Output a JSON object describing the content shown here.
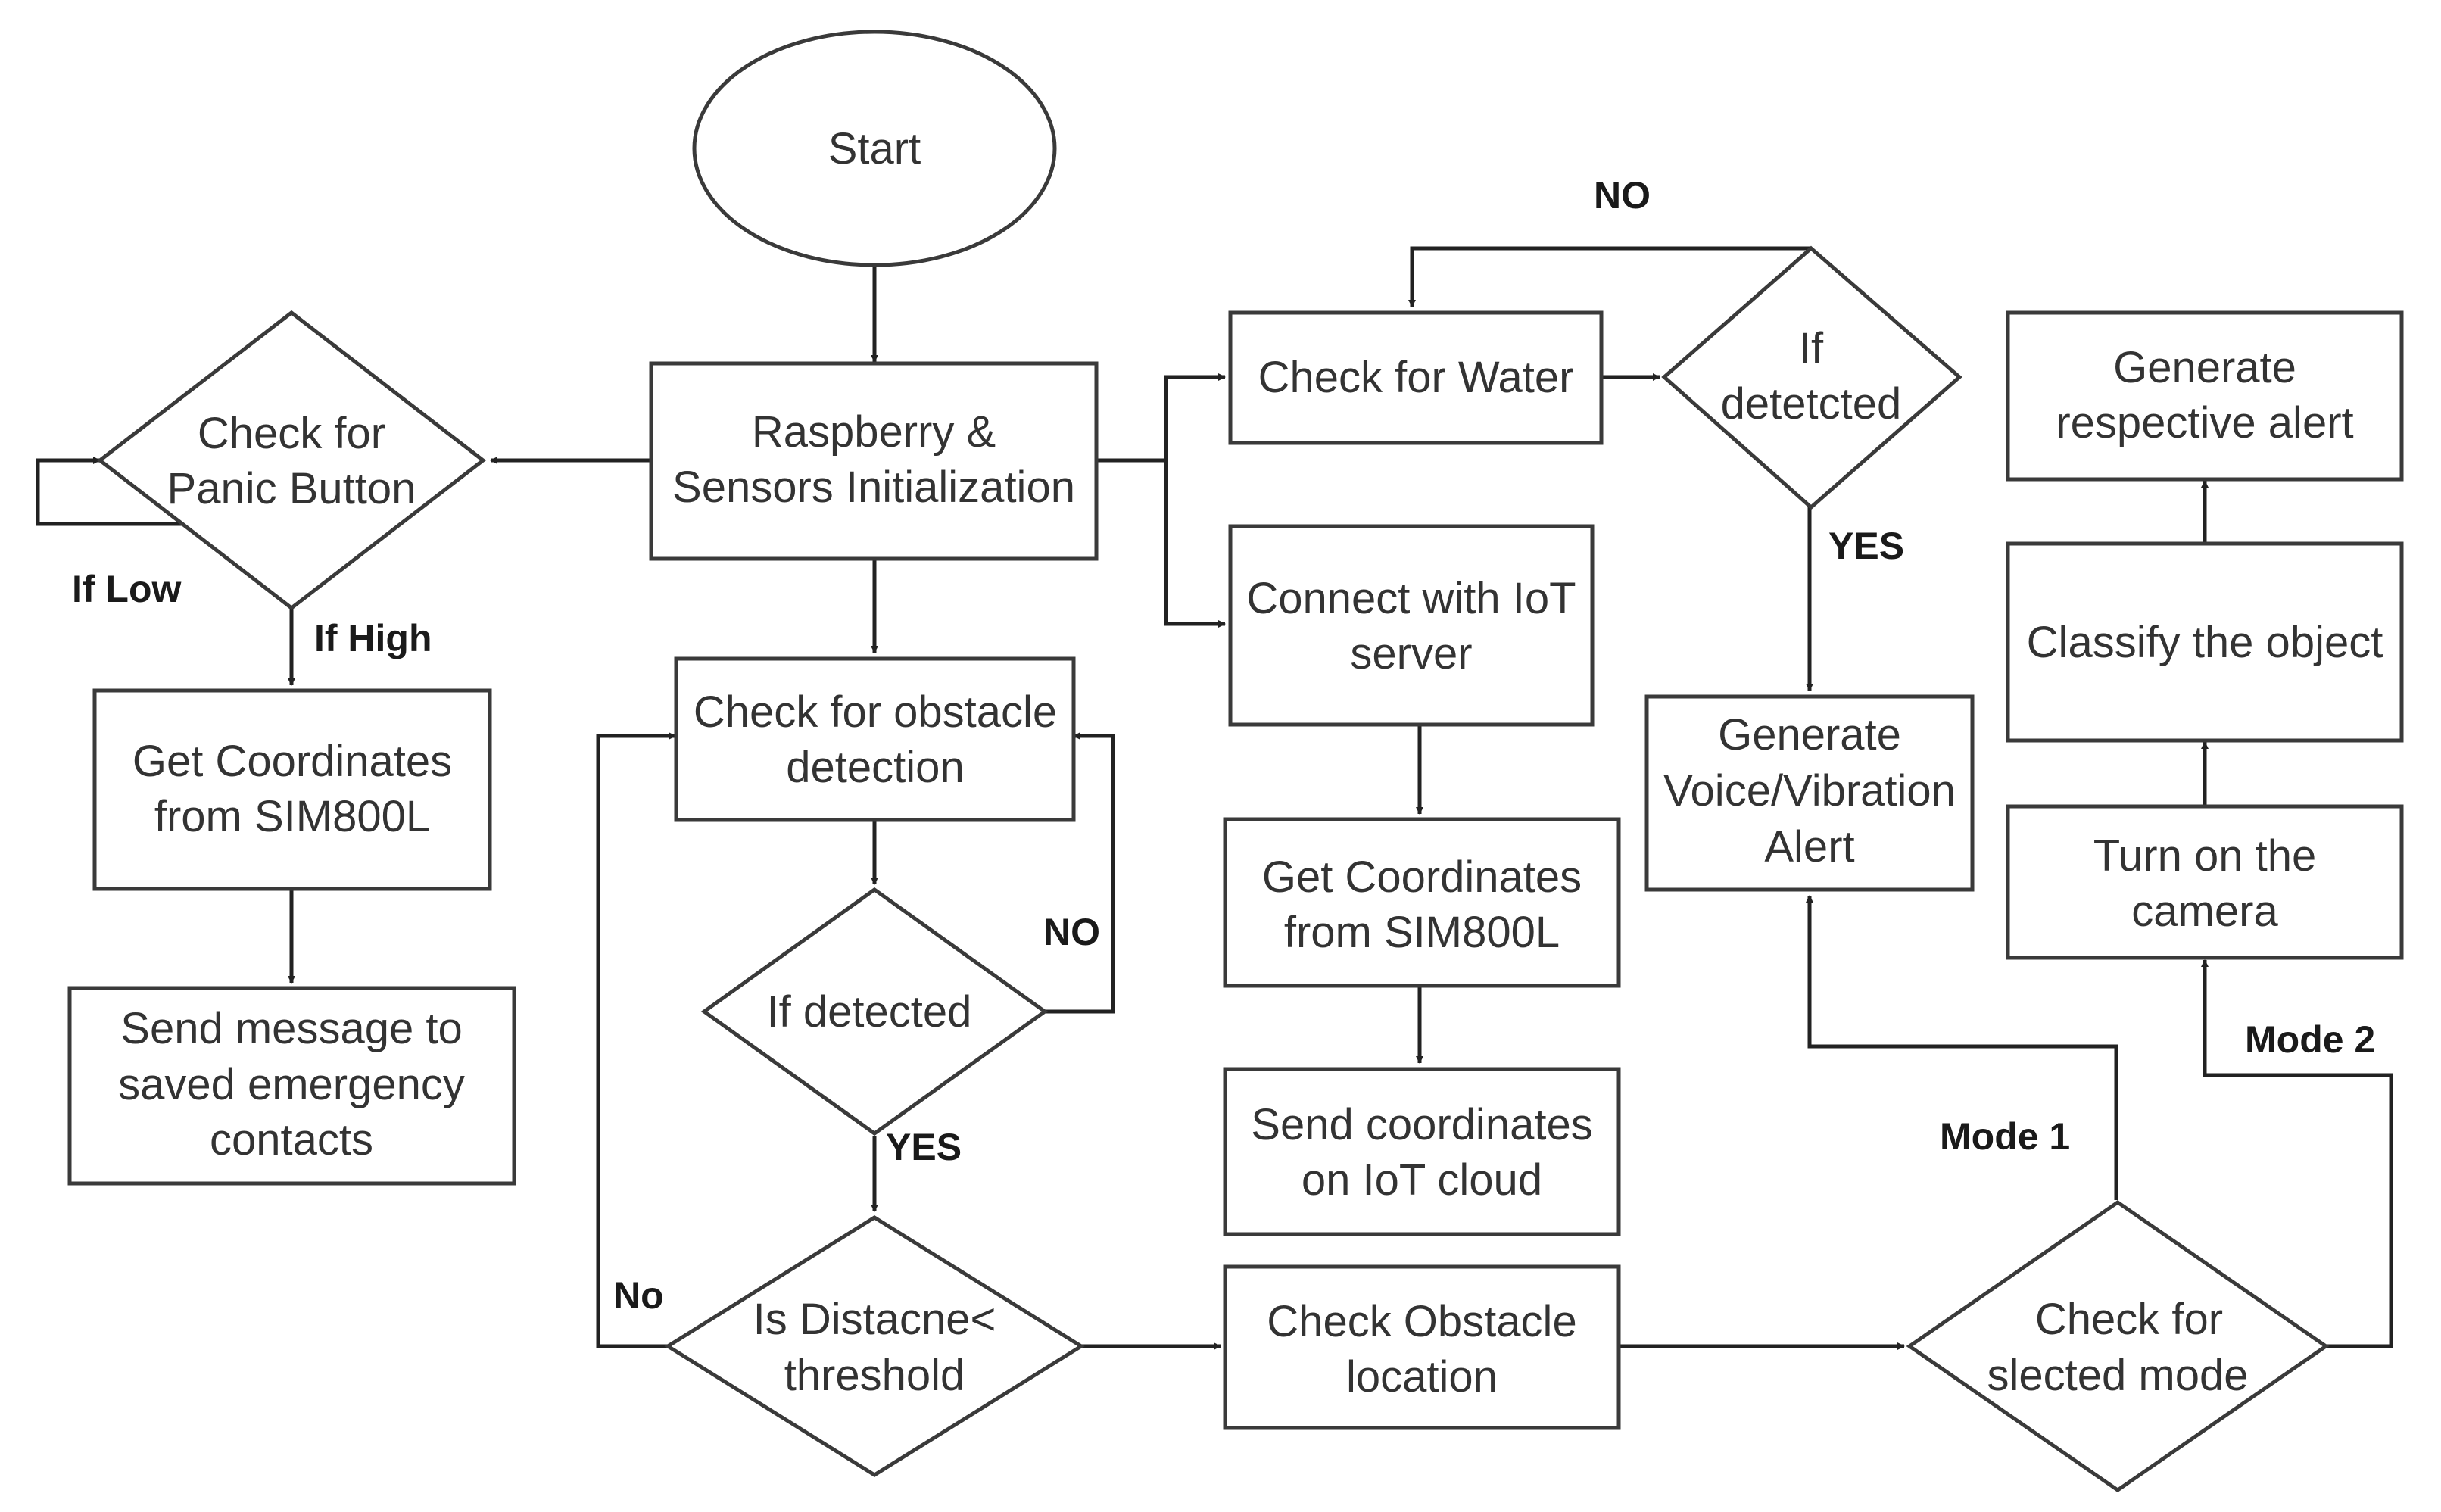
{
  "nodes": {
    "start": {
      "line1": "Start"
    },
    "init": {
      "line1": "Raspberry &",
      "line2": "Sensors Initialization"
    },
    "panic": {
      "line1": "Check for",
      "line2": "Panic Button"
    },
    "coords_left": {
      "line1": "Get Coordinates",
      "line2": "from SIM800L"
    },
    "send_msg": {
      "line1": "Send message to",
      "line2": "saved emergency",
      "line3": "contacts"
    },
    "obstacle": {
      "line1": "Check for obstacle",
      "line2": "detection"
    },
    "if_detected": {
      "line1": "If detected"
    },
    "distance": {
      "line1": "Is Distacne<",
      "line2": "threshold"
    },
    "water": {
      "line1": "Check for Water"
    },
    "water_detected": {
      "line1": "If",
      "line2": "detetcted"
    },
    "iot": {
      "line1": "Connect with IoT",
      "line2": "server"
    },
    "coords_mid": {
      "line1": "Get Coordinates",
      "line2": "from SIM800L"
    },
    "send_coords": {
      "line1": "Send coordinates",
      "line2": "on IoT cloud"
    },
    "voice_alert": {
      "line1": "Generate",
      "line2": "Voice/Vibration",
      "line3": "Alert"
    },
    "obstacle_loc": {
      "line1": "Check Obstacle",
      "line2": "location"
    },
    "mode": {
      "line1": "Check for",
      "line2": "slected mode"
    },
    "camera": {
      "line1": "Turn on the",
      "line2": "camera"
    },
    "classify": {
      "line1": "Classify the object"
    },
    "respective_alert": {
      "line1": "Generate",
      "line2": "respective alert"
    }
  },
  "edge_labels": {
    "if_low": "If Low",
    "if_high": "If High",
    "obstacle_no": "NO",
    "obstacle_yes": "YES",
    "distance_no": "No",
    "water_no": "NO",
    "water_yes": "YES",
    "mode1": "Mode 1",
    "mode2": "Mode 2"
  },
  "colors": {
    "stroke": "#3a3a3a",
    "text": "#333333",
    "background": "#ffffff"
  }
}
